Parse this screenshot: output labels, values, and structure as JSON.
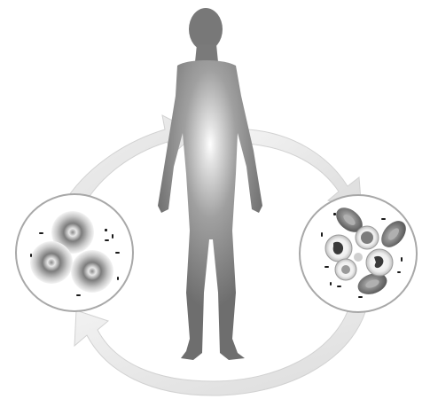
{
  "diagram": {
    "nodes": [
      {
        "id": "figure",
        "icon": "human-silhouette-icon"
      },
      {
        "id": "cells-left",
        "icon": "cell-cluster-icon",
        "cell_count": 3
      },
      {
        "id": "cells-right",
        "icon": "blood-cells-icon",
        "cell_count": 8
      }
    ],
    "edges": [
      {
        "from": "cells-left",
        "to": "figure"
      },
      {
        "from": "figure",
        "to": "cells-right"
      },
      {
        "from": "cells-right",
        "to": "cells-left"
      }
    ],
    "colors": {
      "background": "#ffffff",
      "body_dark": "#6b6b6b",
      "body_light": "#a8a8a8",
      "arrow": "#e6e6e6",
      "arrow_edge": "#cfcfcf",
      "red_cell": "#7a7a7a",
      "dots": "#1a1a1a"
    }
  }
}
